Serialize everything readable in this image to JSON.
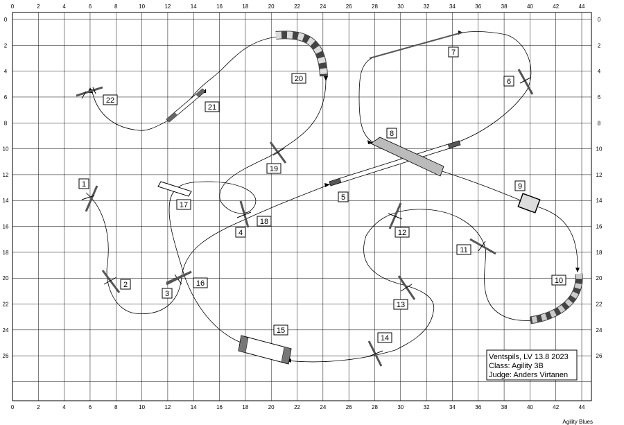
{
  "course": {
    "axis_top_labels": [
      "0",
      "2",
      "4",
      "6",
      "8",
      "10",
      "12",
      "14",
      "16",
      "18",
      "20",
      "22",
      "24",
      "26",
      "28",
      "30",
      "32",
      "34",
      "36",
      "38",
      "40",
      "42",
      "44"
    ],
    "axis_side_labels": [
      "0",
      "2",
      "4",
      "6",
      "8",
      "10",
      "12",
      "14",
      "16",
      "18",
      "20",
      "22",
      "24",
      "26"
    ],
    "obstacles": [
      {
        "n": "1",
        "type": "jump"
      },
      {
        "n": "2",
        "type": "jump"
      },
      {
        "n": "3",
        "type": "jump"
      },
      {
        "n": "4",
        "type": "jump"
      },
      {
        "n": "5",
        "type": "dogwalk"
      },
      {
        "n": "6",
        "type": "jump"
      },
      {
        "n": "7",
        "type": "weave"
      },
      {
        "n": "8",
        "type": "tunnel"
      },
      {
        "n": "9",
        "type": "table"
      },
      {
        "n": "10",
        "type": "tunnel"
      },
      {
        "n": "11",
        "type": "jump"
      },
      {
        "n": "12",
        "type": "jump"
      },
      {
        "n": "13",
        "type": "jump"
      },
      {
        "n": "14",
        "type": "jump"
      },
      {
        "n": "15",
        "type": "tunnel"
      },
      {
        "n": "16",
        "type": "jump"
      },
      {
        "n": "17",
        "type": "tyre"
      },
      {
        "n": "18",
        "type": "jump"
      },
      {
        "n": "19",
        "type": "jump"
      },
      {
        "n": "20",
        "type": "tunnel"
      },
      {
        "n": "21",
        "type": "seesaw"
      },
      {
        "n": "22",
        "type": "jump"
      }
    ]
  },
  "info": {
    "location": "Ventspils, LV 13.8 2023",
    "class": "Class: Agility 3B",
    "judge": "Judge: Anders Virtanen"
  },
  "credit": "Agility Blues",
  "colors": {
    "line": "#000000",
    "grid": "#000000",
    "tunnel_dark": "#808080",
    "tunnel_light": "#d8d8d8",
    "gate": "#555555"
  }
}
